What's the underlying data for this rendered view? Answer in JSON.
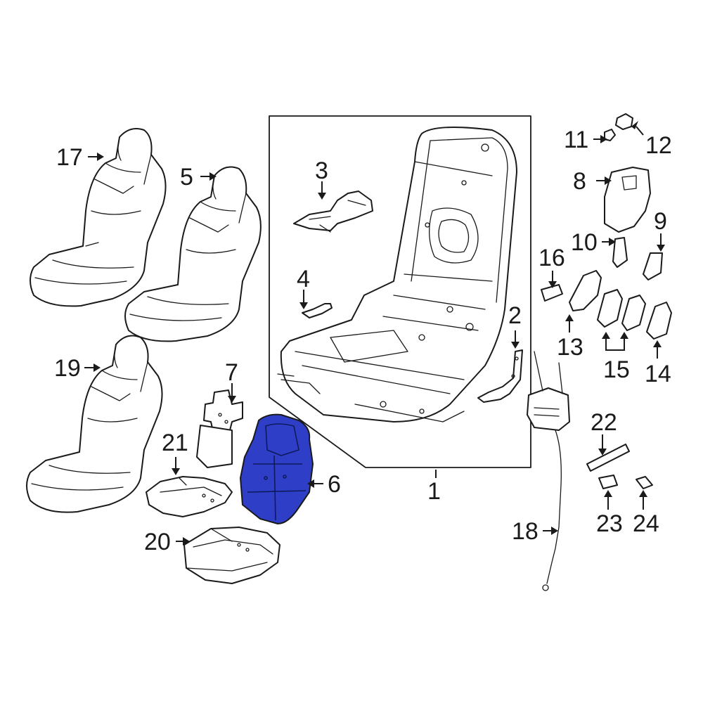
{
  "diagram": {
    "highlight_color": "#2f3ec7",
    "line_color": "#1a1a1a",
    "background": "#ffffff",
    "highlighted_part": "6",
    "callouts": [
      {
        "id": "c1",
        "label": "1"
      },
      {
        "id": "c2",
        "label": "2"
      },
      {
        "id": "c3",
        "label": "3"
      },
      {
        "id": "c4",
        "label": "4"
      },
      {
        "id": "c5",
        "label": "5"
      },
      {
        "id": "c6",
        "label": "6"
      },
      {
        "id": "c7",
        "label": "7"
      },
      {
        "id": "c8",
        "label": "8"
      },
      {
        "id": "c9",
        "label": "9"
      },
      {
        "id": "c10",
        "label": "10"
      },
      {
        "id": "c11",
        "label": "11"
      },
      {
        "id": "c12",
        "label": "12"
      },
      {
        "id": "c13",
        "label": "13"
      },
      {
        "id": "c14",
        "label": "14"
      },
      {
        "id": "c15",
        "label": "15"
      },
      {
        "id": "c16",
        "label": "16"
      },
      {
        "id": "c17",
        "label": "17"
      },
      {
        "id": "c18",
        "label": "18"
      },
      {
        "id": "c19",
        "label": "19"
      },
      {
        "id": "c20",
        "label": "20"
      },
      {
        "id": "c21",
        "label": "21"
      },
      {
        "id": "c22",
        "label": "22"
      },
      {
        "id": "c23",
        "label": "23"
      },
      {
        "id": "c24",
        "label": "24"
      }
    ]
  }
}
